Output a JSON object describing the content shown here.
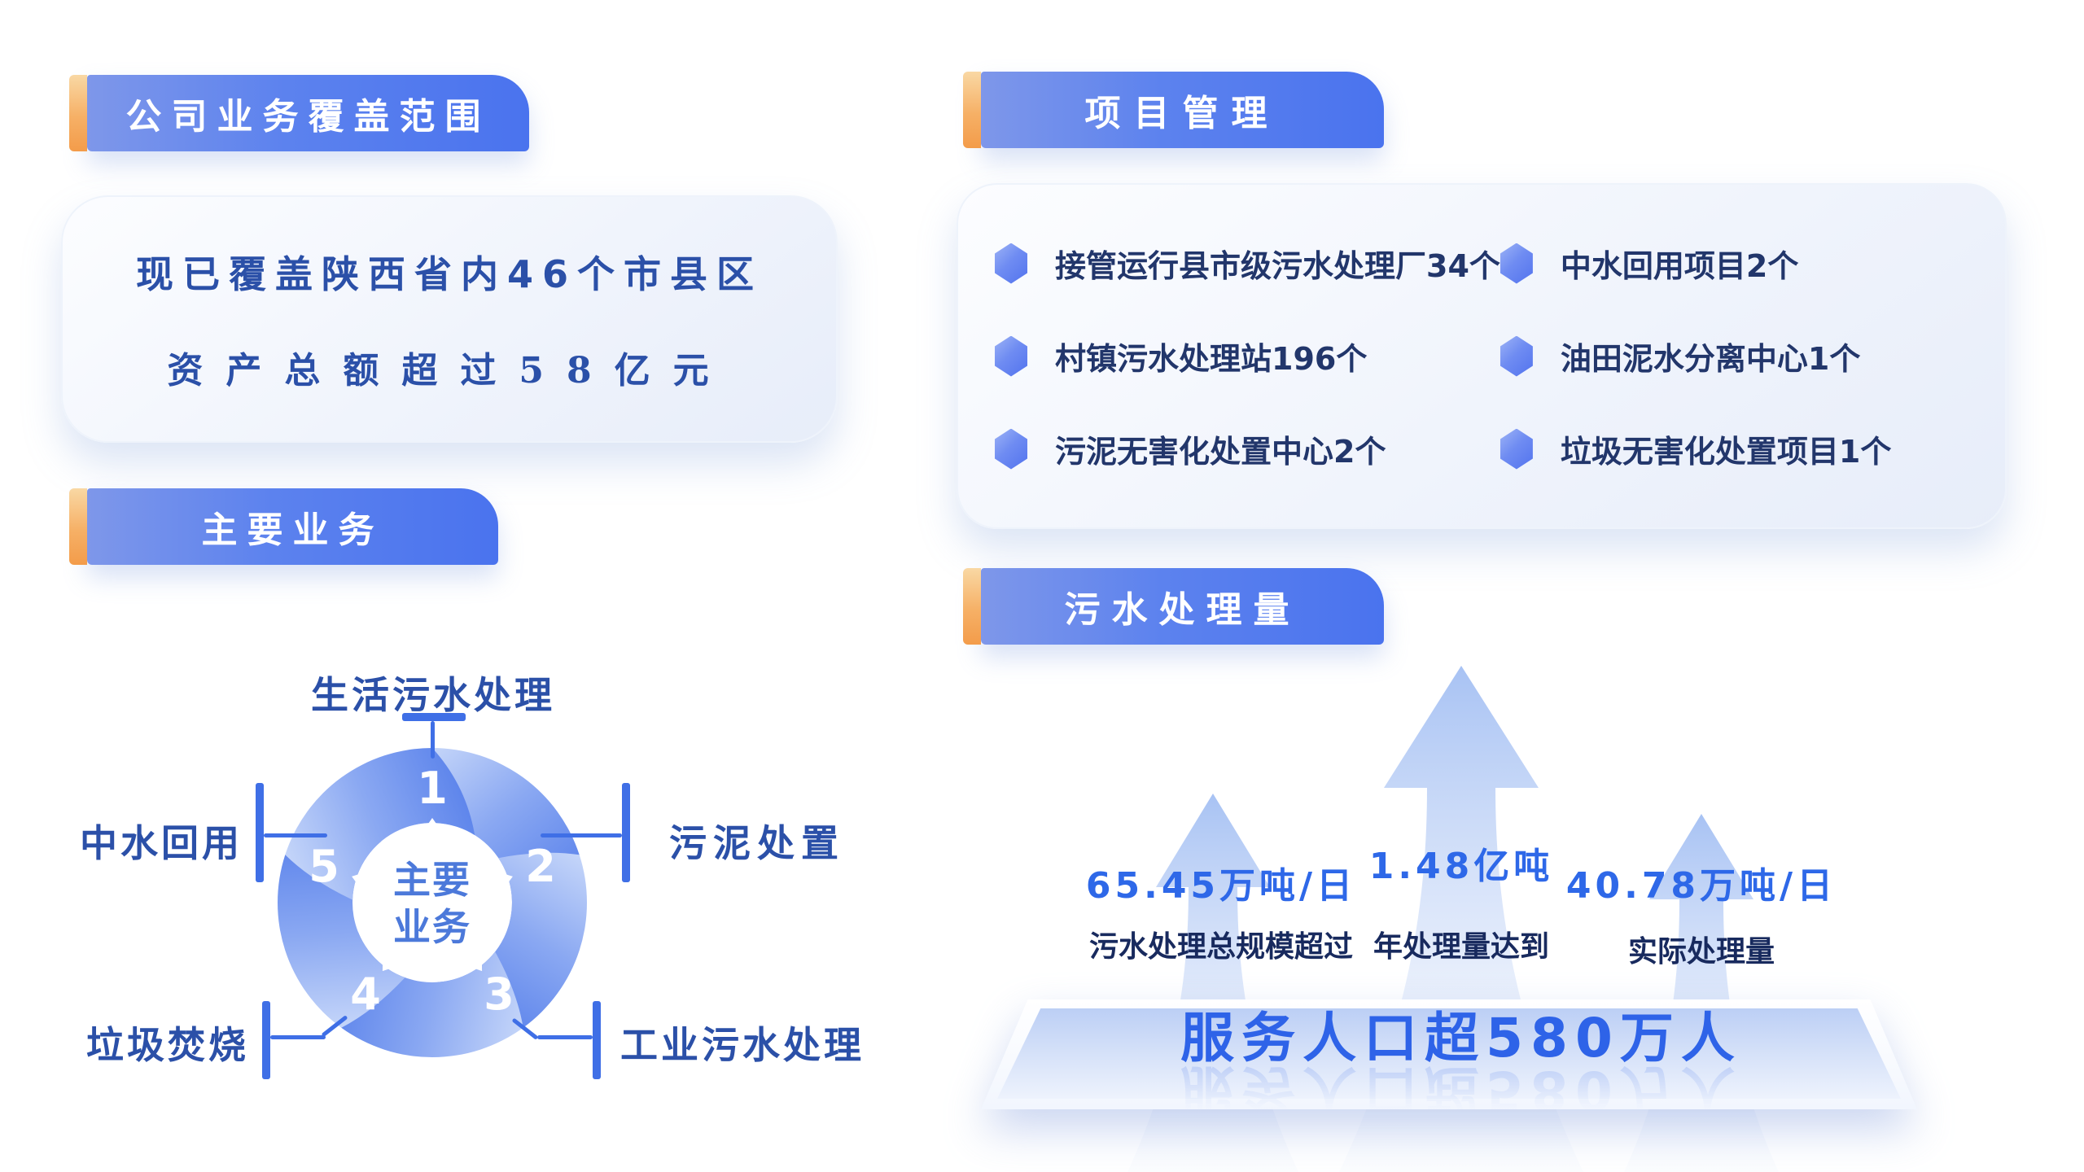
{
  "colors": {
    "header_gradient_left": "#7e97ea",
    "header_gradient_right": "#4a73ee",
    "accent_orange_top": "#f9d8a4",
    "accent_orange_bottom": "#f39c4a",
    "dark_blue_text": "#2b50a8",
    "navy_item_text": "#22366b",
    "bright_blue": "#2e68e8",
    "connector_blue": "#3f6fe6",
    "petal_light": "#ccdbfa",
    "petal_dark": "#4c77e9"
  },
  "coverage": {
    "header": "公司业务覆盖范围",
    "line1": "现已覆盖陕西省内46个市县区",
    "line2": "资产总额超过58亿元"
  },
  "main_business": {
    "header": "主要业务",
    "center_top": "主要",
    "center_bottom": "业务",
    "items": [
      {
        "num": "1",
        "label": "生活污水处理"
      },
      {
        "num": "2",
        "label": "污泥处置"
      },
      {
        "num": "3",
        "label": "工业污水处理"
      },
      {
        "num": "4",
        "label": "垃圾焚烧"
      },
      {
        "num": "5",
        "label": "中水回用"
      }
    ]
  },
  "projects": {
    "header": "项目管理",
    "items": [
      {
        "label": "接管运行县市级污水处理厂34个"
      },
      {
        "label": "中水回用项目2个"
      },
      {
        "label": "村镇污水处理站196个"
      },
      {
        "label": "油田泥水分离中心1个"
      },
      {
        "label": "污泥无害化处置中心2个"
      },
      {
        "label": "垃圾无害化处置项目1个"
      }
    ]
  },
  "treatment": {
    "header": "污水处理量",
    "stats": [
      {
        "value": "65.45万吨/日",
        "label": "污水处理总规模超过"
      },
      {
        "value": "1.48亿吨",
        "label": "年处理量达到"
      },
      {
        "value": "40.78万吨/日",
        "label": "实际处理量"
      }
    ],
    "footer": "服务人口超580万人"
  }
}
